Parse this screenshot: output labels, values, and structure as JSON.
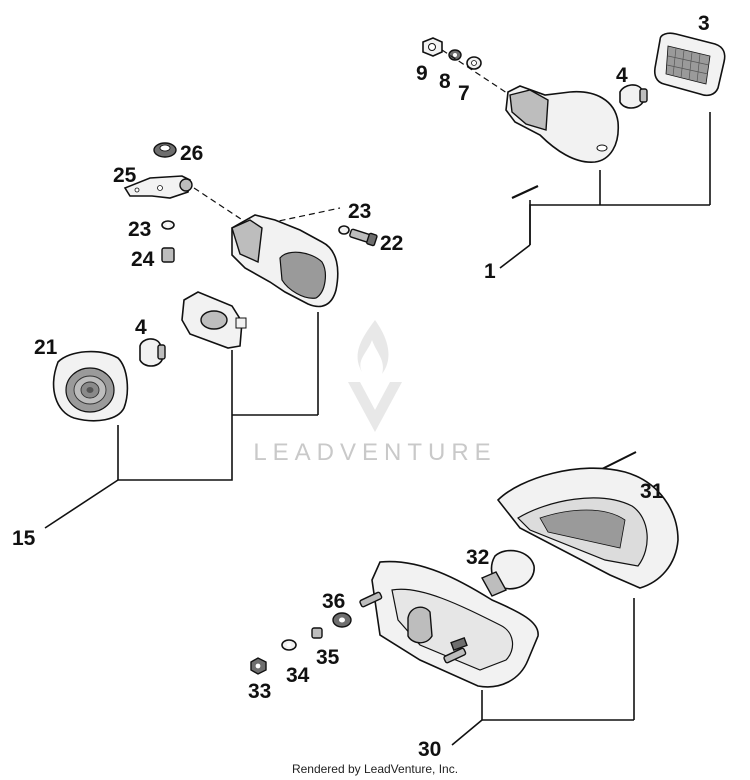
{
  "watermark": {
    "brand": "LEADVENTURE"
  },
  "footer": {
    "credit": "Rendered by LeadVenture, Inc."
  },
  "callouts": {
    "c1": "1",
    "c3": "3",
    "c4a": "4",
    "c7": "7",
    "c8": "8",
    "c9": "9",
    "c15": "15",
    "c21": "21",
    "c4b": "4",
    "c22": "22",
    "c23a": "23",
    "c23b": "23",
    "c24": "24",
    "c25": "25",
    "c26": "26",
    "c30": "30",
    "c31": "31",
    "c32": "32",
    "c33": "33",
    "c34": "34",
    "c35": "35",
    "c36": "36"
  }
}
